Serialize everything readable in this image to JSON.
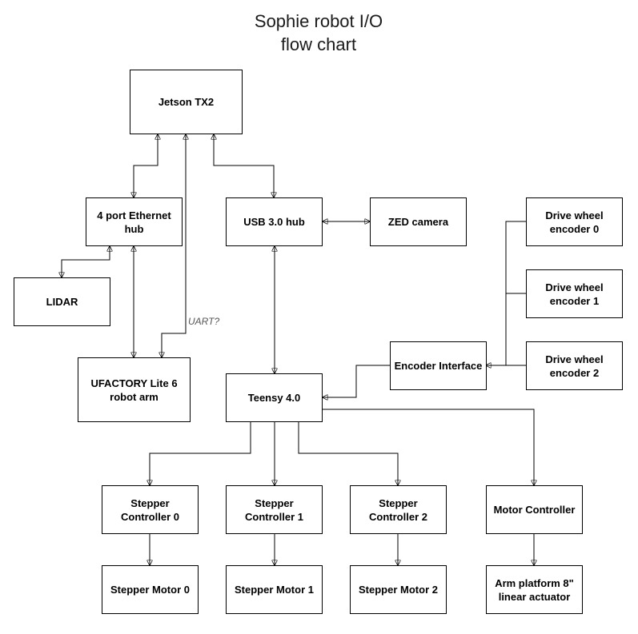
{
  "title": {
    "line1": "Sophie robot I/O",
    "line2": "flow chart"
  },
  "nodes": {
    "jetson": "Jetson TX2",
    "ethernet_hub": "4 port Ethernet hub",
    "usb_hub": "USB 3.0 hub",
    "zed": "ZED camera",
    "lidar": "LIDAR",
    "arm": "UFACTORY Lite 6 robot arm",
    "teensy": "Teensy 4.0",
    "encoder_interface": "Encoder Interface",
    "encoder0": "Drive wheel encoder 0",
    "encoder1": "Drive wheel encoder 1",
    "encoder2": "Drive wheel encoder 2",
    "stepper_ctrl0": "Stepper Controller 0",
    "stepper_ctrl1": "Stepper Controller 1",
    "stepper_ctrl2": "Stepper Controller 2",
    "motor_ctrl": "Motor Controller",
    "stepper_motor0": "Stepper Motor 0",
    "stepper_motor1": "Stepper Motor 1",
    "stepper_motor2": "Stepper Motor 2",
    "actuator": "Arm platform 8\" linear actuator"
  },
  "edge_labels": {
    "uart": "UART?"
  },
  "edges": [
    {
      "from": "jetson",
      "to": "ethernet_hub",
      "bidirectional": true
    },
    {
      "from": "jetson",
      "to": "arm",
      "bidirectional": true,
      "label": "UART?"
    },
    {
      "from": "jetson",
      "to": "usb_hub",
      "bidirectional": true
    },
    {
      "from": "usb_hub",
      "to": "zed",
      "bidirectional": true
    },
    {
      "from": "ethernet_hub",
      "to": "lidar",
      "bidirectional": true
    },
    {
      "from": "ethernet_hub",
      "to": "arm",
      "bidirectional": true
    },
    {
      "from": "usb_hub",
      "to": "teensy",
      "bidirectional": true
    },
    {
      "from": "encoder0",
      "to": "encoder_interface",
      "bidirectional": false
    },
    {
      "from": "encoder1",
      "to": "encoder_interface",
      "bidirectional": false
    },
    {
      "from": "encoder2",
      "to": "encoder_interface",
      "bidirectional": false
    },
    {
      "from": "encoder_interface",
      "to": "teensy",
      "bidirectional": false
    },
    {
      "from": "teensy",
      "to": "stepper_ctrl0",
      "bidirectional": false
    },
    {
      "from": "teensy",
      "to": "stepper_ctrl1",
      "bidirectional": false
    },
    {
      "from": "teensy",
      "to": "stepper_ctrl2",
      "bidirectional": false
    },
    {
      "from": "teensy",
      "to": "motor_ctrl",
      "bidirectional": false
    },
    {
      "from": "stepper_ctrl0",
      "to": "stepper_motor0",
      "bidirectional": false
    },
    {
      "from": "stepper_ctrl1",
      "to": "stepper_motor1",
      "bidirectional": false
    },
    {
      "from": "stepper_ctrl2",
      "to": "stepper_motor2",
      "bidirectional": false
    },
    {
      "from": "motor_ctrl",
      "to": "actuator",
      "bidirectional": false
    }
  ]
}
